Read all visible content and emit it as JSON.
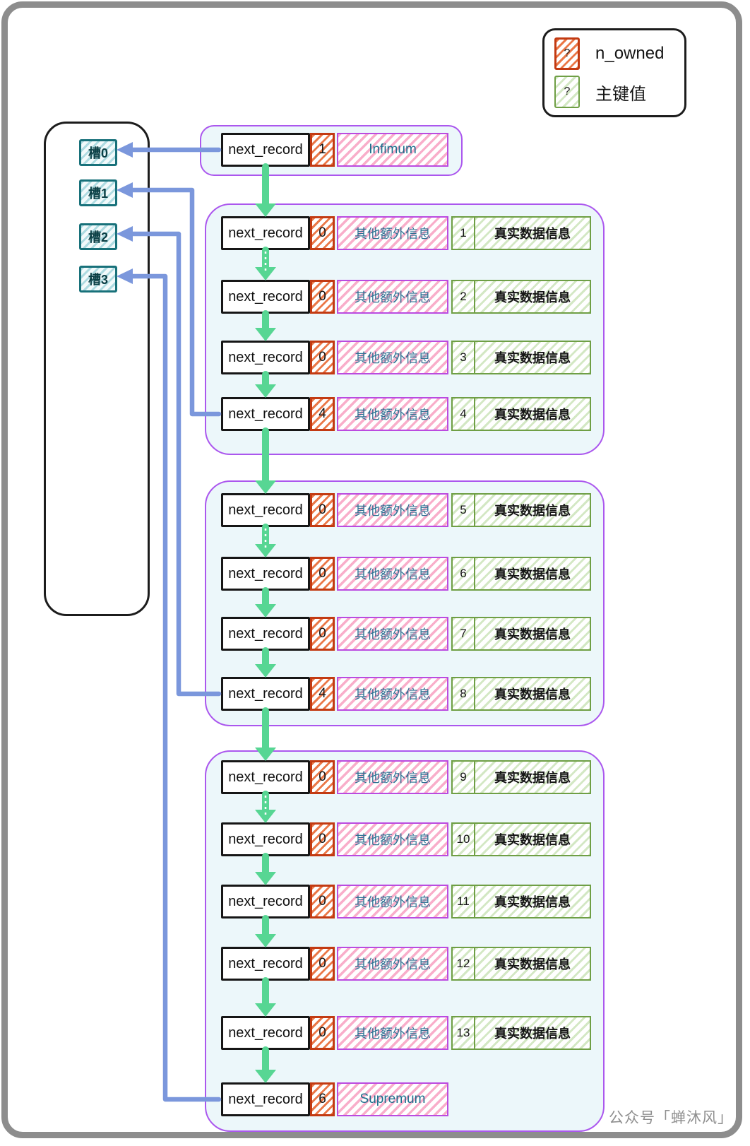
{
  "legend": {
    "items": [
      {
        "symbol": "?",
        "label": "n_owned",
        "swatch": "orange-hatch"
      },
      {
        "symbol": "?",
        "label": "主键值",
        "swatch": "green-hatch"
      }
    ]
  },
  "slots": [
    "槽0",
    "槽1",
    "槽2",
    "槽3"
  ],
  "labels": {
    "next_record": "next_record",
    "extra_info": "其他额外信息",
    "real_data": "真实数据信息"
  },
  "groups": [
    {
      "rows": [
        {
          "n_owned": "1",
          "special": "Infimum"
        }
      ]
    },
    {
      "rows": [
        {
          "n_owned": "0",
          "key": "1"
        },
        {
          "n_owned": "0",
          "key": "2"
        },
        {
          "n_owned": "0",
          "key": "3"
        },
        {
          "n_owned": "4",
          "key": "4"
        }
      ]
    },
    {
      "rows": [
        {
          "n_owned": "0",
          "key": "5"
        },
        {
          "n_owned": "0",
          "key": "6"
        },
        {
          "n_owned": "0",
          "key": "7"
        },
        {
          "n_owned": "4",
          "key": "8"
        }
      ]
    },
    {
      "rows": [
        {
          "n_owned": "0",
          "key": "9"
        },
        {
          "n_owned": "0",
          "key": "10"
        },
        {
          "n_owned": "0",
          "key": "11"
        },
        {
          "n_owned": "0",
          "key": "12"
        },
        {
          "n_owned": "0",
          "key": "13"
        },
        {
          "n_owned": "6",
          "special": "Supremum"
        }
      ]
    }
  ],
  "watermark": "公众号「蝉沐风」",
  "colors": {
    "n_owned_border": "#c23a12",
    "extra_border": "#bb4be0",
    "key_border": "#6f9f45",
    "slot_border": "#18717a",
    "group_border": "#ab57ee",
    "group_bg": "#ecf7fa",
    "next_arrow": "#57d693",
    "slot_arrow": "#7b97dc",
    "frame": "#8d8d8d"
  }
}
